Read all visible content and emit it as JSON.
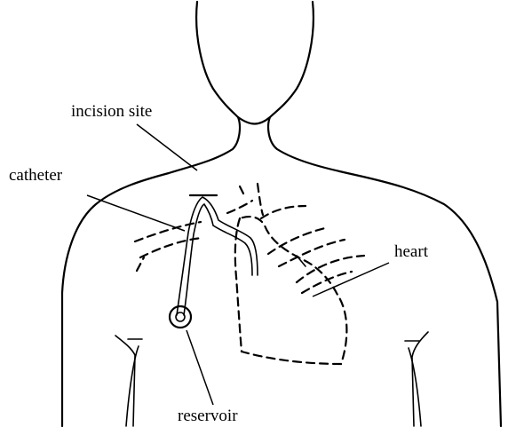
{
  "diagram": {
    "labels": {
      "incision_site": "incision site",
      "catheter": "catheter",
      "heart": "heart",
      "reservoir": "reservoir"
    },
    "colors": {
      "ink": "#000000",
      "background": "#ffffff"
    }
  }
}
